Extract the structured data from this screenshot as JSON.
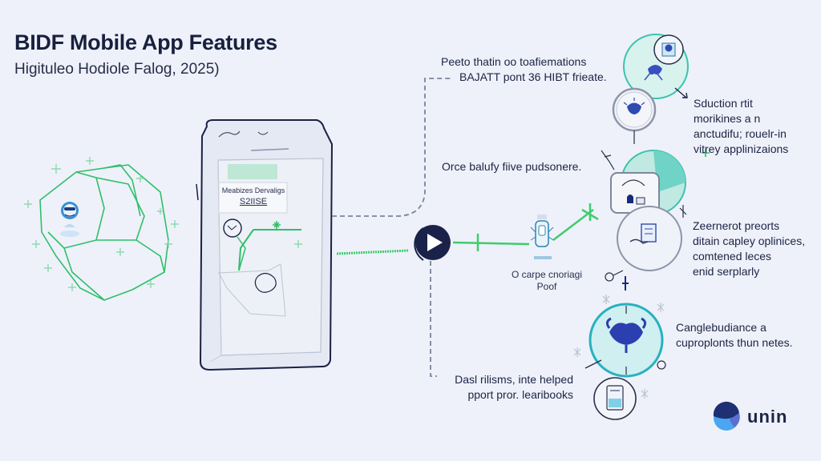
{
  "header": {
    "title": "BIDF Mobile App Features",
    "subtitle": "Higituleo Hodiole Falog, 2025)"
  },
  "phone": {
    "screen_card_title": "Meabizes Dervaligs",
    "screen_card_value": "S2IISE"
  },
  "center": {
    "play_button_label": "play",
    "feature_caption_line1": "O carpe cnoriagi",
    "feature_caption_line2": "Poof"
  },
  "features": [
    {
      "lines": [
        "Peeto thatin oo toafiemations",
        "BAJATT pont 36 HIBT frieate."
      ]
    },
    {
      "lines": [
        "Sduction rtit",
        "morikines a n",
        "anctudifu; rouelr-in",
        "vitrey applinizaions"
      ]
    },
    {
      "lines": [
        "Orce balufy fiive pudsonere."
      ]
    },
    {
      "lines": [
        "Zeernerot preorts",
        "ditain capley oplinices,",
        "comtened leces",
        "enid serplarly"
      ]
    },
    {
      "lines": [
        "Canglebudiance a",
        "cuproplonts thun netes."
      ]
    },
    {
      "lines": [
        "Dasl rilisms, inte helped",
        "pport pror. learibooks"
      ]
    }
  ],
  "brand": {
    "name": "unin"
  },
  "colors": {
    "background": "#eef1f9",
    "ink": "#1b2245",
    "green": "#2fbf6a",
    "teal": "#2bb5b8",
    "teal_light": "#c9eeea",
    "navy": "#1a2249",
    "blue": "#2f4ab0"
  }
}
